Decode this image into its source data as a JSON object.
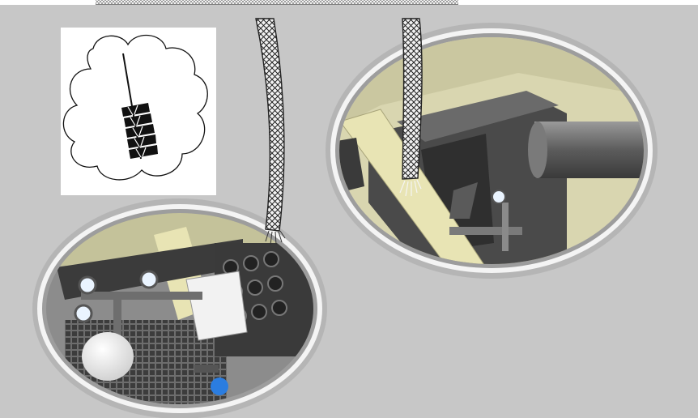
{
  "scene": {
    "background_color": "#c7c7c7",
    "callout": {
      "shape": "cloud",
      "content_icon": "bottle-brush-icon",
      "card_color": "#ffffff"
    },
    "manholes": [
      {
        "id": "left",
        "interior_color": "#4a4a4a",
        "contents": [
          "float-switch-icon",
          "gauge-icon",
          "filter-media-icon",
          "basket-screen-icon",
          "valve-icon",
          "tank-icon"
        ]
      },
      {
        "id": "right",
        "interior_color": "#d9d6b0",
        "contents": [
          "inspection-chamber-icon",
          "outlet-pipe-icon",
          "gauge-icon"
        ]
      }
    ],
    "hoses": [
      {
        "id": "left-hose",
        "pattern": "crosshatch",
        "tip": "water-spray-icon"
      },
      {
        "id": "right-hose",
        "pattern": "crosshatch",
        "tip": "water-spray-icon"
      }
    ],
    "accent_colors": {
      "pipe_cream": "#e8e4b4",
      "valve_blue": "#2b7de0",
      "rim": "#f4f4f4",
      "metal": "#8a8a8a"
    }
  }
}
